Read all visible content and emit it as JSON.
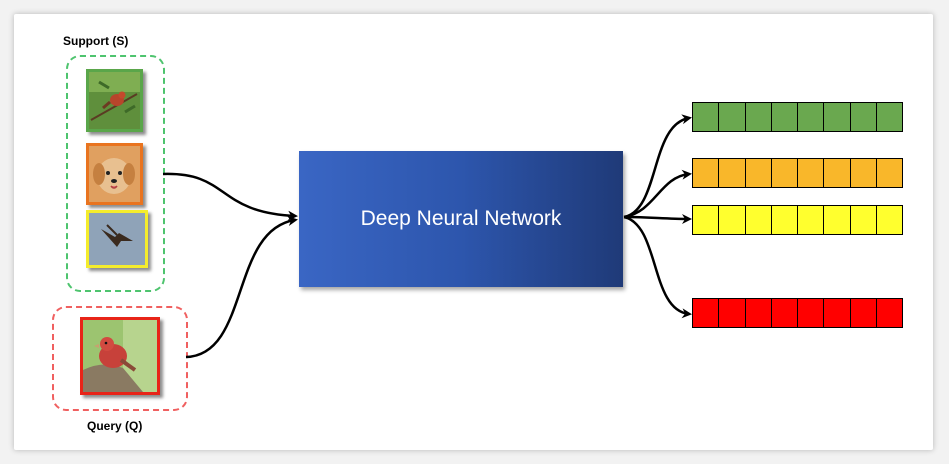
{
  "support": {
    "label": "Support (S)"
  },
  "query": {
    "label": "Query (Q)"
  },
  "network": {
    "label": "Deep Neural Network"
  },
  "support_images": [
    {
      "subject": "bird-on-branch",
      "frame_color": "#5aa64a"
    },
    {
      "subject": "puppy",
      "frame_color": "#e9741f"
    },
    {
      "subject": "bird-in-flight",
      "frame_color": "#f4ec2c"
    }
  ],
  "query_image": {
    "subject": "red-bird",
    "frame_color": "#e82418"
  },
  "embeddings": [
    {
      "color": "#6aa84f",
      "cells": 8
    },
    {
      "color": "#f9b72a",
      "cells": 8
    },
    {
      "color": "#ffff2e",
      "cells": 8
    },
    {
      "color": "#ff0000",
      "cells": 8
    }
  ],
  "colors": {
    "support_box": "#4ec46e",
    "query_box": "#f06060",
    "network_fill": "#2d56ad",
    "arrow": "#000000"
  }
}
